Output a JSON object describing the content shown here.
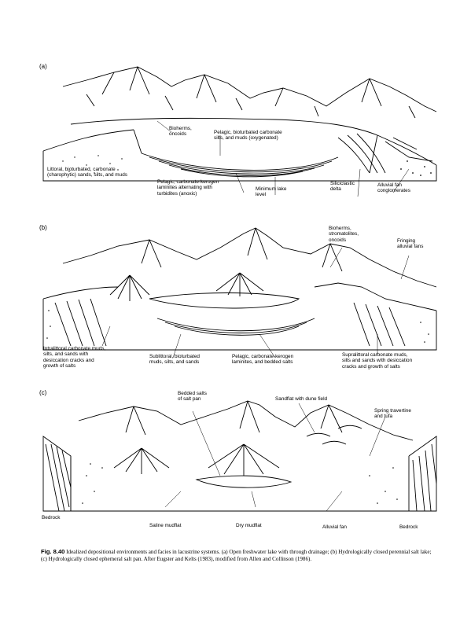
{
  "panels": [
    {
      "id": "a",
      "label": "(a)",
      "annotations": {
        "bioherms": "Bioherms,\noncoids",
        "pelagic_oxygenated": "Pelagic, bioturbated carbonate\nsilts, and muds (oxygenated)",
        "littoral": "Littoral, bioturbated, carbonate\n(charophytic) sands, silts, and muds",
        "pelagic_anoxic": "Pelagic, carbonate-kerogen\nlaminites alternating with\nturbidites (anoxic)",
        "minimum_lake": "Minimum lake\nlevel",
        "siliciclastic": "Siliciclastic\ndelta",
        "alluvial_fan_cong": "Alluvial fan\nconglomerates"
      }
    },
    {
      "id": "b",
      "label": "(b)",
      "annotations": {
        "bioherms_strom": "Bioherms,\nstromatolites,\noncoids",
        "fringing": "Fringing\nalluvial fans",
        "intralittoral": "Intralittoral carbonate muds,\nsilts, and sands with\ndesiccation cracks and\ngrowth of salts",
        "sublittoral": "Sublittoral, bioturbated\nmuds, silts, and sands",
        "pelagic_salts": "Pelagic, carbonate-kerogen\nlaminites, and bedded salts",
        "supralittoral": "Supralittoral carbonate muds,\nsilts and sands with desiccation\ncracks and growth of salts"
      }
    },
    {
      "id": "c",
      "label": "(c)",
      "annotations": {
        "bedded_salts": "Bedded salts\nof salt pan",
        "sandflat": "Sandflat with dune field",
        "spring": "Spring travertine\nand tufa",
        "bedrock_left": "Bedrock",
        "saline": "Saline mudflat",
        "dry": "Dry mudflat",
        "alluvial_fan": "Alluvial fan",
        "bedrock_right": "Bedrock"
      }
    }
  ],
  "caption": {
    "fig_number": "Fig. 8.40",
    "text": "Idealized depositional environments and facies in lacustrine systems. (a) Open freshwater lake with through drainage; (b) Hydrologically closed perennial salt lake; (c) Hydrologically closed ephemeral salt pan. After Eugster and Kelts (1983), modified from Allen and Collinson (1986)."
  }
}
